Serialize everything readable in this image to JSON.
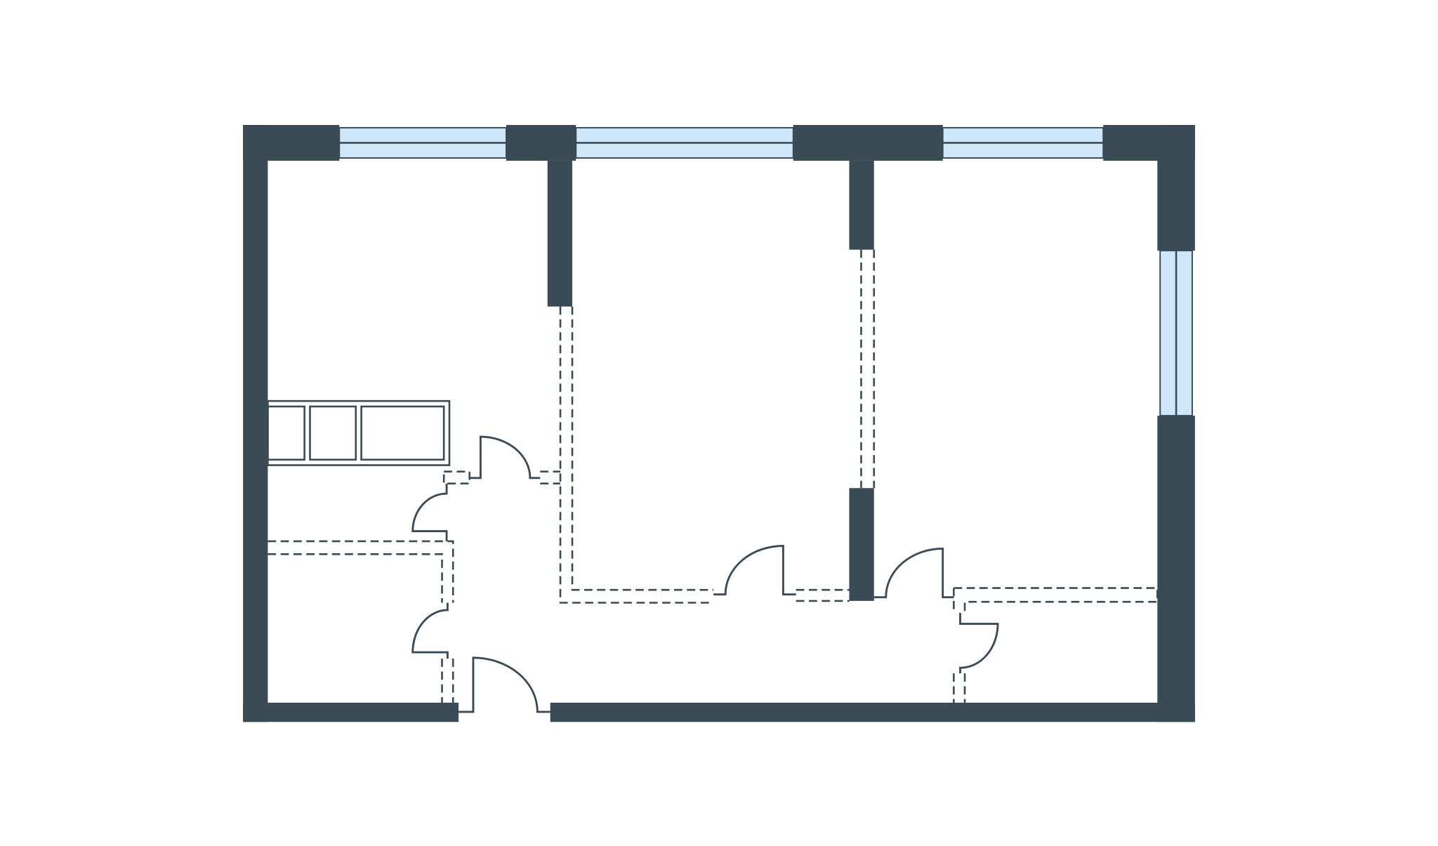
{
  "plan": {
    "type": "apartment floor plan",
    "rooms": 3,
    "windows": 4,
    "doors": 7
  },
  "colors": {
    "wall": "#3a4b55",
    "glass": "#cfe7fa",
    "background": "#ffffff"
  }
}
